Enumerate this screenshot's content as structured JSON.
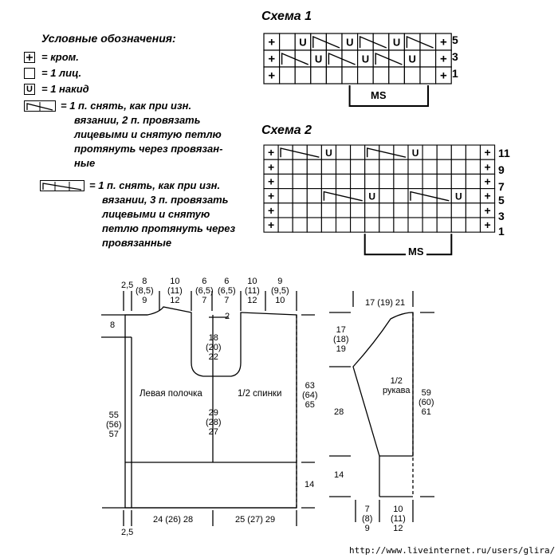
{
  "legend": {
    "title": "Условные обозначения:",
    "items": [
      {
        "symbol": "plus",
        "text": "= кром."
      },
      {
        "symbol": "empty",
        "text": "= 1 лиц."
      },
      {
        "symbol": "U",
        "text": "= 1 накид"
      },
      {
        "symbol": "slip2",
        "lines": [
          "= 1 п. снять, как при изн.",
          "вязании, 2 п. провязать",
          "лицевыми и снятую петлю",
          "протянуть через провязан-",
          "ные"
        ]
      },
      {
        "symbol": "slip3",
        "lines": [
          "= 1 п. снять, как при изн.",
          "вязании, 3 п. провязать",
          "лицевыми и снятую",
          "петлю протянуть через",
          "провязанные"
        ]
      }
    ]
  },
  "schema1": {
    "title": "Схема 1",
    "row_numbers": [
      "5",
      "3",
      "1"
    ],
    "ms": "MS",
    "cells": [
      [
        "+",
        "",
        "U",
        "diag",
        "",
        "U",
        "diag",
        "",
        "U",
        "diag",
        "",
        "+"
      ],
      [
        "+",
        "diag",
        "",
        "U",
        "diag",
        "",
        "U",
        "diag",
        "",
        "U",
        "",
        "+"
      ],
      [
        "+",
        "",
        "",
        "",
        "",
        "",
        "",
        "",
        "",
        "",
        "",
        "+"
      ]
    ]
  },
  "schema2": {
    "title": "Схема 2",
    "row_numbers": [
      "11",
      "9",
      "7",
      "5",
      "3",
      "1"
    ],
    "ms": "MS",
    "u_label": "U",
    "edge": "+"
  },
  "pattern": {
    "top_widths": [
      {
        "v": "2,5"
      },
      {
        "v": "8\n(8,5)\n9"
      },
      {
        "v": "10\n(11)\n12"
      },
      {
        "v": "6\n(6,5)\n7"
      },
      {
        "v": "6\n(6,5)\n7"
      },
      {
        "v": "10\n(11)\n12"
      },
      {
        "v": "9\n(9,5)\n10"
      }
    ],
    "shoulder": "8",
    "neck_drop": "2",
    "neck_depth": "18\n(20)\n22",
    "left_front": "Левая полочка",
    "back_half": "1/2 спинки",
    "side_length": "29\n(28)\n27",
    "total_length": "63\n(64)\n65",
    "body_length": "55\n(56)\n57",
    "hem": "14",
    "bottom_left": "24 (26) 28",
    "bottom_right": "25 (27) 29",
    "bottom_edge": "2,5",
    "sleeve_top": "17 (19) 21",
    "sleeve_cap": "17\n(18)\n19",
    "sleeve_label": "1/2\nрукава",
    "sleeve_mid": "28",
    "sleeve_cuff": "14",
    "sleeve_total": "59\n(60)\n61",
    "sleeve_bottom_left": "7\n(8)\n9",
    "sleeve_bottom_right": "10\n(11)\n12"
  },
  "footer": "http://www.liveinternet.ru/users/glira/"
}
